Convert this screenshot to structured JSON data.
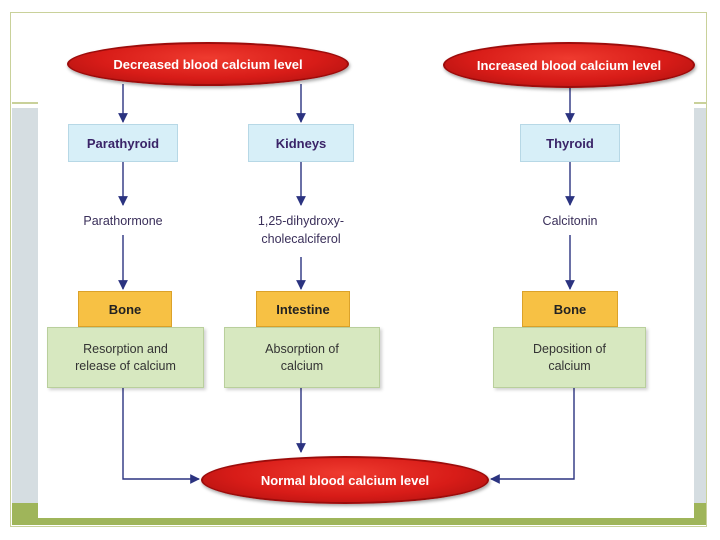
{
  "diagram": {
    "decreased_level": "Decreased blood calcium level",
    "increased_level": "Increased blood calcium level",
    "normal_level": "Normal blood calcium level",
    "left": {
      "gland": "Parathyroid",
      "hormone": "Parathormone",
      "target": "Bone",
      "effect_line1": "Resorption and",
      "effect_line2": "release of calcium"
    },
    "middle": {
      "organ": "Kidneys",
      "hormone_line1": "1,25-dihydroxy-",
      "hormone_line2": "cholecalciferol",
      "target": "Intestine",
      "effect_line1": "Absorption of",
      "effect_line2": "calcium"
    },
    "right": {
      "gland": "Thyroid",
      "hormone": "Calcitonin",
      "target": "Bone",
      "effect_line1": "Deposition of",
      "effect_line2": "calcium"
    }
  },
  "colors": {
    "ellipse_red": "#d81c18",
    "box_blue": "#d7eff8",
    "box_orange": "#f7c144",
    "box_green": "#d7e8c0",
    "arrow_navy": "#2b3380",
    "slide_band_grey": "#d5dde1",
    "slide_band_green": "#9fb55a"
  }
}
